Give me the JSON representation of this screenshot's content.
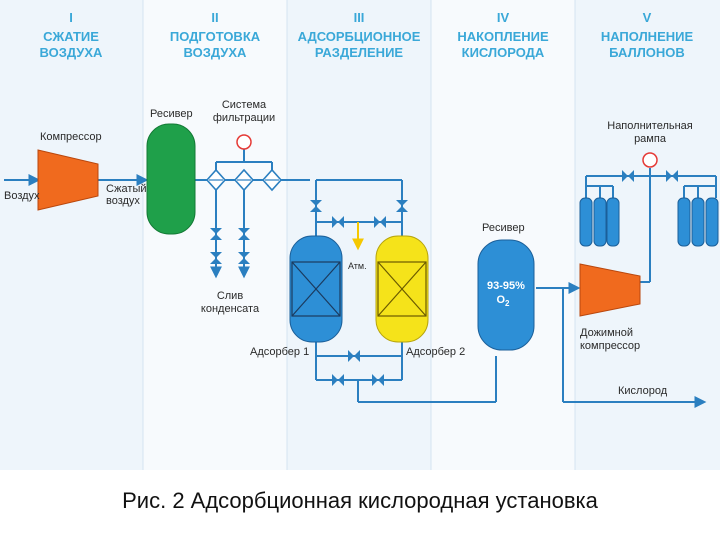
{
  "stages": [
    {
      "num": "I",
      "line1": "СЖАТИЕ",
      "line2": "ВОЗДУХА"
    },
    {
      "num": "II",
      "line1": "ПОДГОТОВКА",
      "line2": "ВОЗДУХА"
    },
    {
      "num": "III",
      "line1": "АДСОРБЦИОННОЕ",
      "line2": "РАЗДЕЛЕНИЕ"
    },
    {
      "num": "IV",
      "line1": "НАКОПЛЕНИЕ",
      "line2": "КИСЛОРОДА"
    },
    {
      "num": "V",
      "line1": "НАПОЛНЕНИЕ",
      "line2": "БАЛЛОНОВ"
    }
  ],
  "labels": {
    "compressor": "Компрессор",
    "air_in": "Воздух",
    "compressed_1": "Сжатый",
    "compressed_2": "воздух",
    "receiver1": "Ресивер",
    "filter_1": "Система",
    "filter_2": "фильтрации",
    "drain_1": "Слив",
    "drain_2": "конденсата",
    "atm": "Атм.",
    "adsorber1": "Адсорбер 1",
    "adsorber2": "Адсорбер 2",
    "receiver2": "Ресивер",
    "purity": "93-95%",
    "o2": "O",
    "o2_sub": "2",
    "fill_ramp_1": "Наполнительная",
    "fill_ramp_2": "рампа",
    "booster_1": "Дожимной",
    "booster_2": "компрессор",
    "oxygen_out": "Кислород"
  },
  "caption": "Рис. 2 Адсорбционная кислородная установка",
  "colors": {
    "stage_header": "#3aa8d8",
    "pipe": "#2b7fc0",
    "compressor": "#f06a1e",
    "receiver_green": "#1fa04a",
    "adsorber_blue": "#2d8fd6",
    "adsorber_yellow": "#f5e31a",
    "receiver_blue": "#2d8fd6",
    "cylinder": "#2d8fd6",
    "band_a": "#eef5fb",
    "band_b": "#f7fafd"
  }
}
